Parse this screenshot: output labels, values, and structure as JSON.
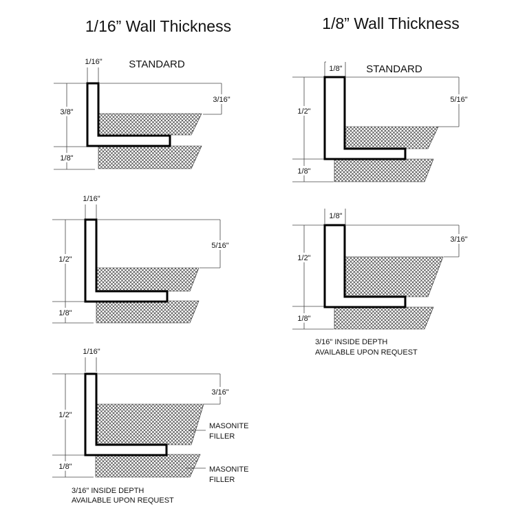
{
  "columns": {
    "left": {
      "title": "1/16” Wall Thickness",
      "profiles": [
        {
          "label": "STANDARD",
          "wall": "1/16\"",
          "height": "3/8\"",
          "depth": "3/16\"",
          "bottom": "1/8\""
        },
        {
          "wall": "1/16\"",
          "height": "1/2\"",
          "depth": "5/16\"",
          "bottom": "1/8\""
        },
        {
          "wall": "1/16\"",
          "height": "1/2\"",
          "depth": "3/16\"",
          "bottom": "1/8\"",
          "filler_top_line1": "MASONITE",
          "filler_top_line2": "FILLER",
          "filler_bottom_line1": "MASONITE",
          "filler_bottom_line2": "FILLER",
          "note_line1": "3/16\" INSIDE DEPTH",
          "note_line2": "AVAILABLE UPON REQUEST"
        }
      ]
    },
    "right": {
      "title": "1/8” Wall Thickness",
      "profiles": [
        {
          "label": "STANDARD",
          "wall": "1/8\"",
          "height": "1/2\"",
          "depth": "5/16\"",
          "bottom": "1/8\""
        },
        {
          "wall": "1/8\"",
          "height": "1/2\"",
          "depth": "3/16\"",
          "bottom": "1/8\"",
          "note_line1": "3/16\" INSIDE DEPTH",
          "note_line2": "AVAILABLE UPON REQUEST"
        }
      ]
    }
  }
}
